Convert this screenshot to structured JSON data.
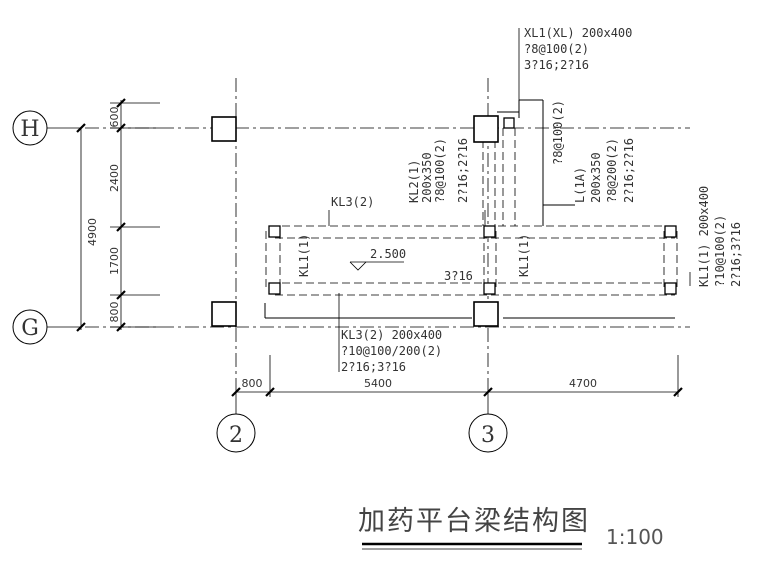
{
  "axes": {
    "h": "H",
    "g": "G",
    "a2": "2",
    "a3": "3"
  },
  "dims": {
    "left": [
      "600",
      "2400",
      "1700",
      "800"
    ],
    "left_total": "4900",
    "bottom": [
      "800",
      "5400",
      "4700"
    ]
  },
  "labels": {
    "xl1": [
      "XL1(XL) 200x400",
      "?8@100(2)",
      "3?16;2?16"
    ],
    "xl_stirrup": "?8@100(2)",
    "kl2": [
      "KL2(1)",
      "200x350",
      "?8@100(2)",
      "2?16;2?16"
    ],
    "l1": [
      "L(1A)",
      "200x350",
      "?8@200(2)",
      "2?16;2?16"
    ],
    "kl3_top": "KL3(2)",
    "kl1_a": "KL1(1)",
    "kl1_b": "KL1(1)",
    "kl1_right": [
      "KL1(1) 200x400",
      "?10@100(2)",
      "2?16;3?16"
    ],
    "elevation": "2.500",
    "rebar_3d16": "3?16",
    "kl3_bottom": [
      "KL3(2) 200x400",
      "?10@100/200(2)",
      "2?16;3?16"
    ]
  },
  "title": "加药平台梁结构图",
  "scale": "1:100"
}
